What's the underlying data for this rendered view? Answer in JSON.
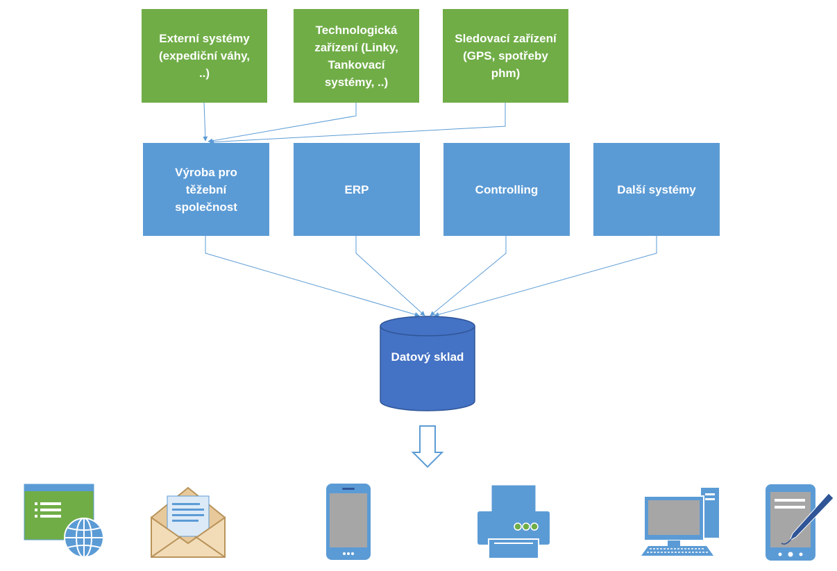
{
  "sources": [
    {
      "label": "Externí systémy\n(expediční váhy,\n..)"
    },
    {
      "label": "Technologická\nzařízení (Linky,\nTankovací\nsystémy, ..)"
    },
    {
      "label": "Sledovací zařízení\n(GPS, spotřeby\nphm)"
    }
  ],
  "systems": [
    {
      "label": "Výroba pro\ntěžební\nspolečnost"
    },
    {
      "label": "ERP"
    },
    {
      "label": "Controlling"
    },
    {
      "label": "Další systémy"
    }
  ],
  "warehouse": {
    "label": "Datový sklad"
  },
  "outputs": [
    "web-report-icon",
    "email-icon",
    "mobile-phone-icon",
    "printer-icon",
    "desktop-computer-icon",
    "tablet-pen-icon"
  ],
  "colors": {
    "source_fill": "#70ad47",
    "system_fill": "#5b9bd5",
    "warehouse_fill": "#4472c4",
    "connector": "#5b9bd5"
  }
}
